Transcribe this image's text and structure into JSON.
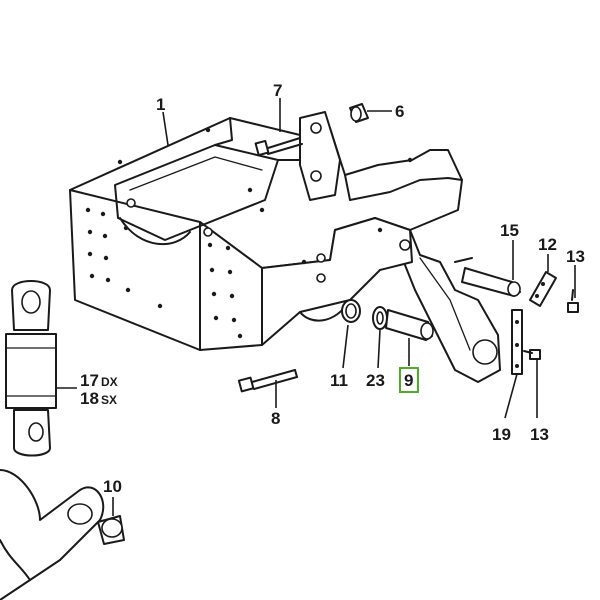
{
  "highlight_color": "#4caf26",
  "callouts": {
    "c1": "1",
    "c7": "7",
    "c6": "6",
    "c15": "15",
    "c12": "12",
    "c13_top": "13",
    "c17": "17",
    "c17_side": "DX",
    "c18": "18",
    "c18_side": "SX",
    "c8": "8",
    "c11": "11",
    "c23": "23",
    "c9": "9",
    "c19": "19",
    "c13_bottom": "13",
    "c10": "10"
  }
}
